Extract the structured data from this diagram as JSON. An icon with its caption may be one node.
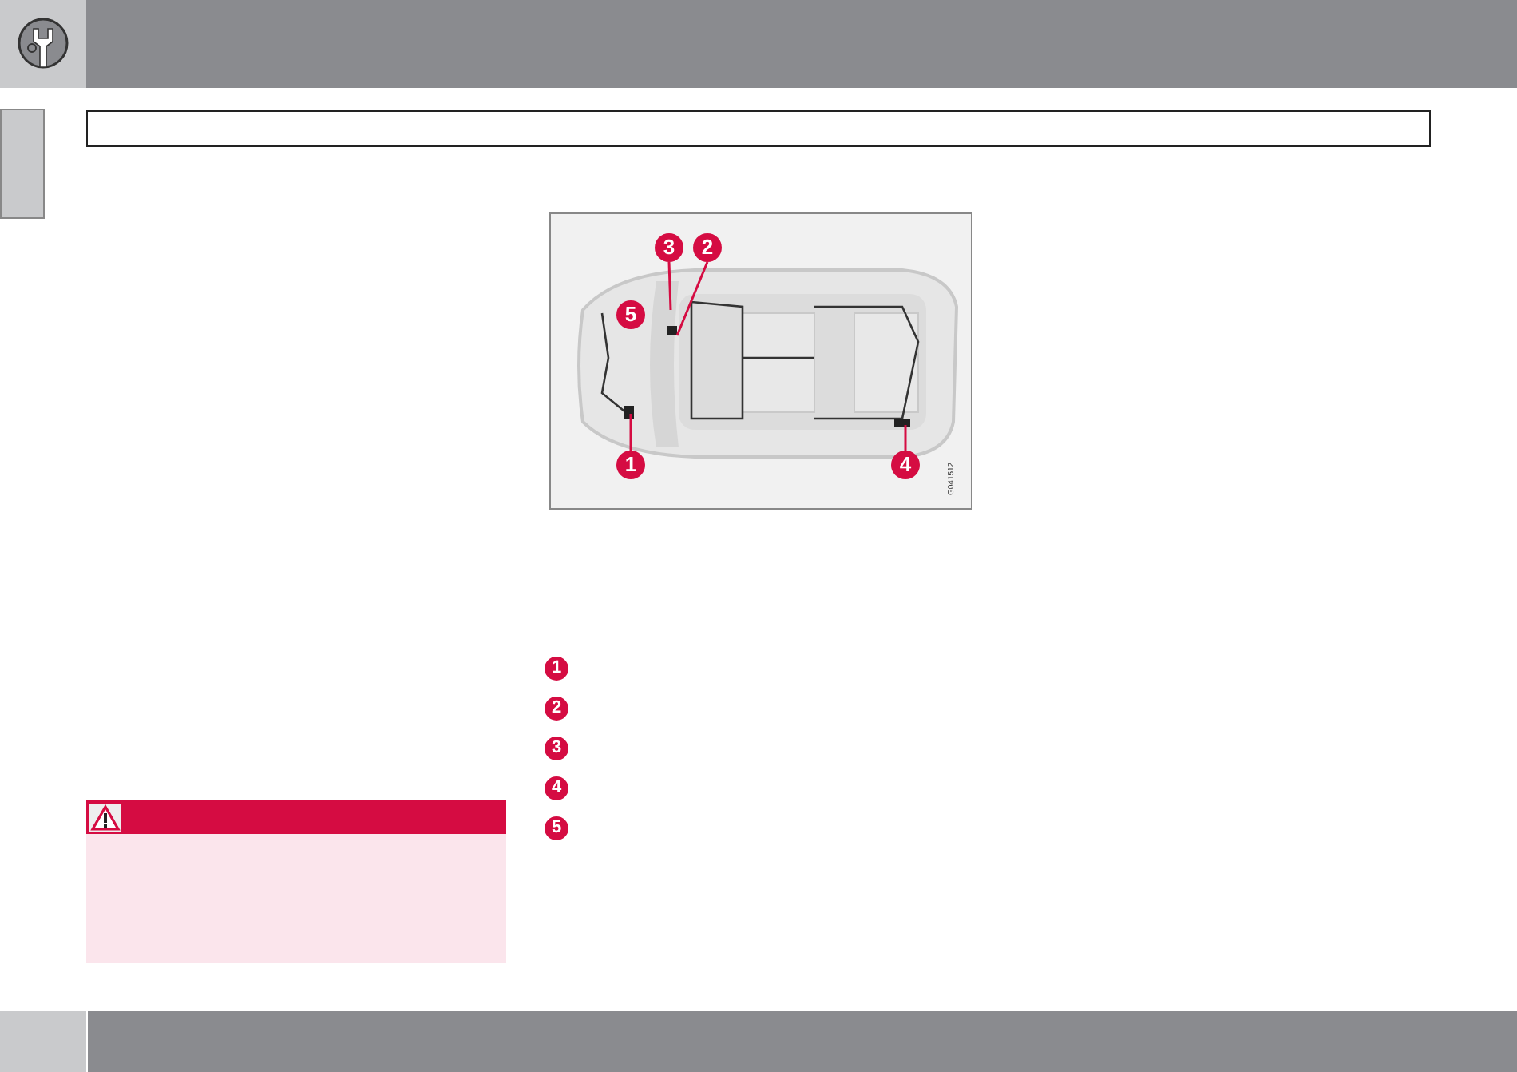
{
  "diagram": {
    "nodes": [
      {
        "text": [
          "1"
        ]
      },
      {
        "text": [
          "2"
        ]
      },
      {
        "text": [
          "3"
        ]
      },
      {
        "text": [
          "4"
        ]
      },
      {
        "text": [
          "5"
        ]
      }
    ],
    "edges": [
      {
        "from": 0,
        "to": null,
        "arrow": "none"
      },
      {
        "from": 1,
        "to": null,
        "arrow": "none"
      },
      {
        "from": 2,
        "to": null,
        "arrow": "none"
      },
      {
        "from": 3,
        "to": null,
        "arrow": "none"
      }
    ],
    "labels": [
      "G041512",
      "1",
      "2",
      "3",
      "4",
      "5"
    ]
  }
}
